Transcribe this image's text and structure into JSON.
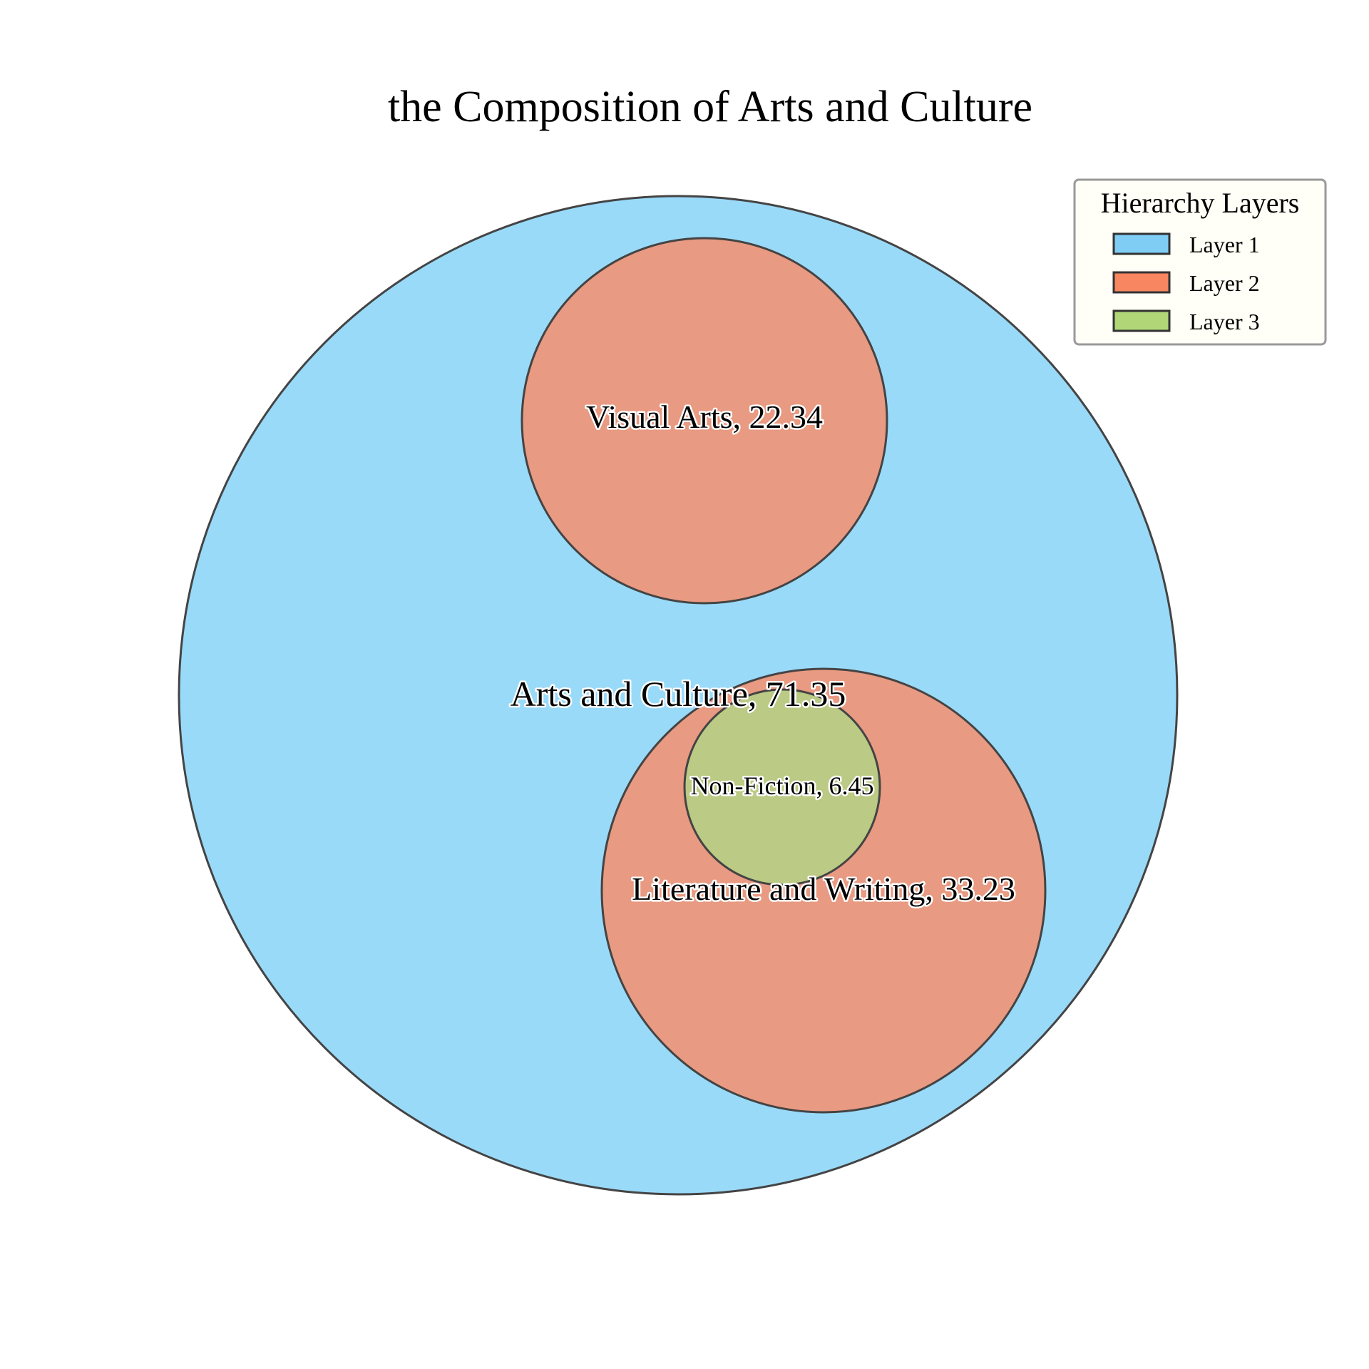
{
  "chart_data": {
    "type": "circle_packing",
    "title": "the Composition of Arts and Culture",
    "nodes": [
      {
        "id": "arts",
        "name": "Arts and Culture",
        "value": 71.35,
        "layer": 1,
        "label": "Arts and Culture, 71.35"
      },
      {
        "id": "visual",
        "name": "Visual Arts",
        "value": 22.34,
        "layer": 2,
        "label": "Visual Arts, 22.34"
      },
      {
        "id": "literature",
        "name": "Literature and Writing",
        "value": 33.23,
        "layer": 2,
        "label": "Literature and Writing, 33.23"
      },
      {
        "id": "nonfiction",
        "name": "Non-Fiction",
        "value": 6.45,
        "layer": 3,
        "label": "Non-Fiction, 6.45"
      }
    ],
    "legend": {
      "title": "Hierarchy Layers",
      "position": "top-right",
      "items": [
        {
          "label": "Layer 1",
          "color": "#7fcdf5"
        },
        {
          "label": "Layer 2",
          "color": "#f88660"
        },
        {
          "label": "Layer 3",
          "color": "#b0d678"
        }
      ]
    },
    "colors": {
      "layer1": "#9adaf9",
      "layer2": "#e99a82",
      "layer3": "#bbca84",
      "edge": "#444444"
    }
  }
}
